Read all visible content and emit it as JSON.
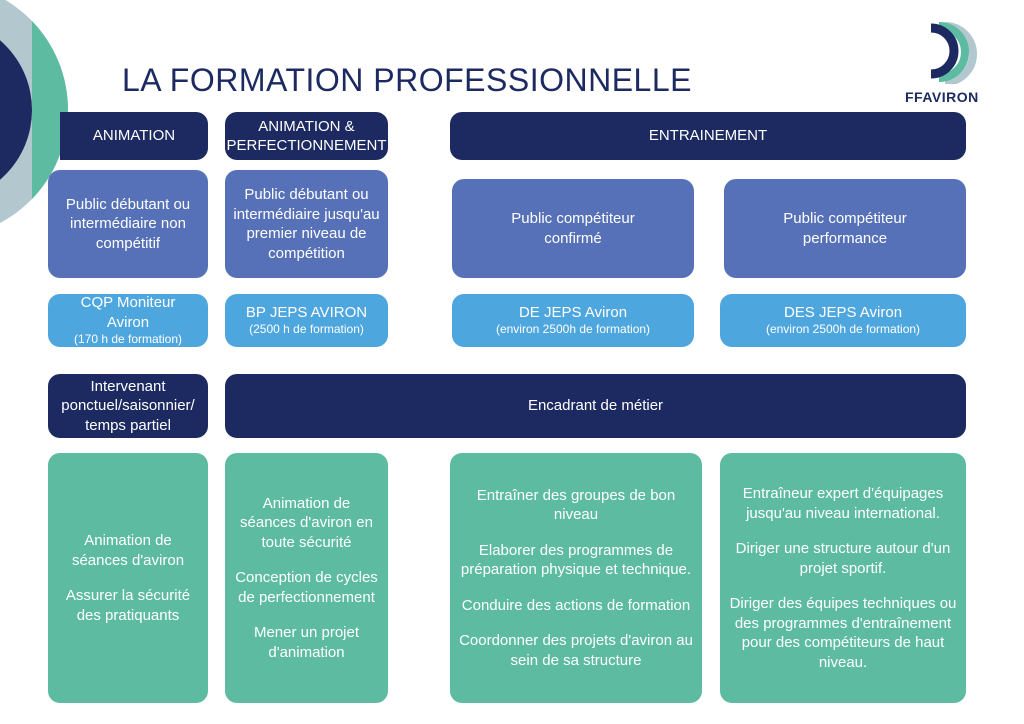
{
  "title": "LA FORMATION PROFESSIONNELLE",
  "logo": {
    "text": "FFAVIRON"
  },
  "headers": [
    "ANIMATION",
    "ANIMATION & PERFECTIONNEMENT",
    "ENTRAINEMENT"
  ],
  "publics": [
    "Public débutant ou intermédiaire non compétitif",
    "Public débutant ou intermédiaire jusqu'au premier niveau de compétition",
    "Public compétiteur confirmé",
    "Public compétiteur performance"
  ],
  "diplomas": [
    {
      "name": "CQP Moniteur Aviron",
      "hours": "(170 h de formation)"
    },
    {
      "name": "BP JEPS AVIRON",
      "hours": "(2500 h de formation)"
    },
    {
      "name": "DE JEPS Aviron",
      "hours": "(environ 2500h de formation)"
    },
    {
      "name": "DES JEPS Aviron",
      "hours": "(environ 2500h de formation)"
    }
  ],
  "roles": [
    "Intervenant ponctuel/saisonnier/ temps partiel",
    "Encadrant de métier"
  ],
  "missions": [
    [
      "Animation de séances d'aviron",
      "Assurer la sécurité des pratiquants"
    ],
    [
      "Animation de séances d'aviron en toute sécurité",
      "Conception de cycles de perfectionnement",
      "Mener un projet d'animation"
    ],
    [
      "Entraîner des groupes de bon niveau",
      "Elaborer des programmes de préparation physique et technique.",
      "Conduire des actions de formation",
      "Coordonner des projets d'aviron au sein de sa structure"
    ],
    [
      "Entraîneur expert d'équipages jusqu'au niveau international.",
      "Diriger une structure autour d'un projet sportif.",
      "Diriger des équipes techniques ou des programmes d'entraînement pour des compétiteurs de haut niveau."
    ]
  ]
}
